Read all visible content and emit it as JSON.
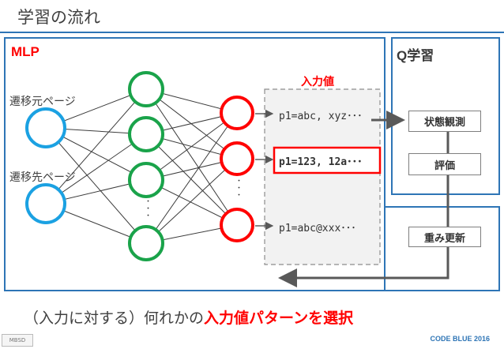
{
  "title": "学習の流れ",
  "mlp": {
    "label": "MLP",
    "input_labels": [
      "遷移元ページ",
      "遷移先ページ"
    ],
    "ellipsis": "・・・"
  },
  "input_values": {
    "heading": "入力値",
    "items": [
      "p1=abc, xyz･･･",
      "p1=123, 12a･･･",
      "p1=abc@xxx･･･"
    ]
  },
  "q_learning": {
    "label": "Q学習",
    "observe_label": "状態観測",
    "evaluate_label": "評価",
    "update_label": "重み更新"
  },
  "caption": {
    "prefix": "（入力に対する）何れかの",
    "highlight": "入力値パターンを選択"
  },
  "footer": {
    "logo_text": "MBSD",
    "event": "CODE BLUE 2016"
  },
  "colors": {
    "accent_blue": "#2e75b6",
    "input_node": "#1ba1e2",
    "hidden_node": "#1aa34a",
    "output_node": "#ff0000",
    "highlight": "#ff0000"
  }
}
